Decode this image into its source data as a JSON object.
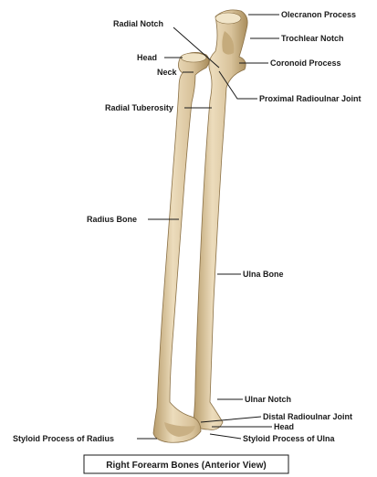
{
  "caption": "Right Forearm Bones (Anterior View)",
  "labels": {
    "olecranon_process": "Olecranon Process",
    "radial_notch": "Radial Notch",
    "trochlear_notch": "Trochlear Notch",
    "head_proximal": "Head",
    "coronoid_process": "Coronoid Process",
    "neck": "Neck",
    "proximal_radioulnar_joint": "Proximal Radioulnar Joint",
    "radial_tuberosity": "Radial Tuberosity",
    "radius_bone": "Radius Bone",
    "ulna_bone": "Ulna Bone",
    "ulnar_notch": "Ulnar Notch",
    "distal_radioulnar_joint": "Distal Radioulnar Joint",
    "head_distal": "Head",
    "styloid_process_radius": "Styloid Process of Radius",
    "styloid_process_ulna": "Styloid Process of Ulna"
  },
  "colors": {
    "bone": "#d8c29a",
    "bone_shade": "#b89d6c",
    "bone_light": "#ecdcbc",
    "line": "#1a1a1a"
  }
}
